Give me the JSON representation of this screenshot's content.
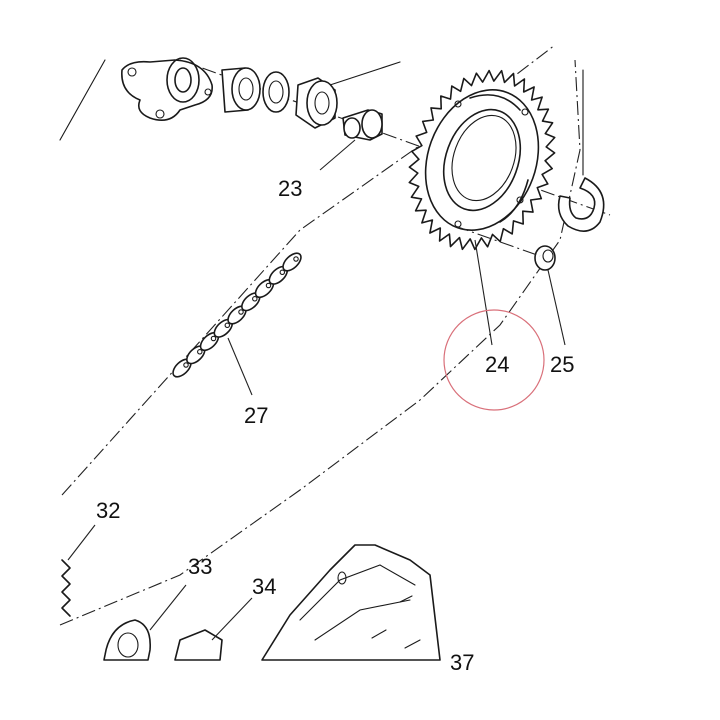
{
  "diagram": {
    "callouts": {
      "c23": "23",
      "c24": "24",
      "c25": "25",
      "c27": "27",
      "c32": "32",
      "c33": "33",
      "c34": "34",
      "c37": "37"
    },
    "highlight_color": "#d9707a",
    "ink_color": "#1a1a1a"
  }
}
